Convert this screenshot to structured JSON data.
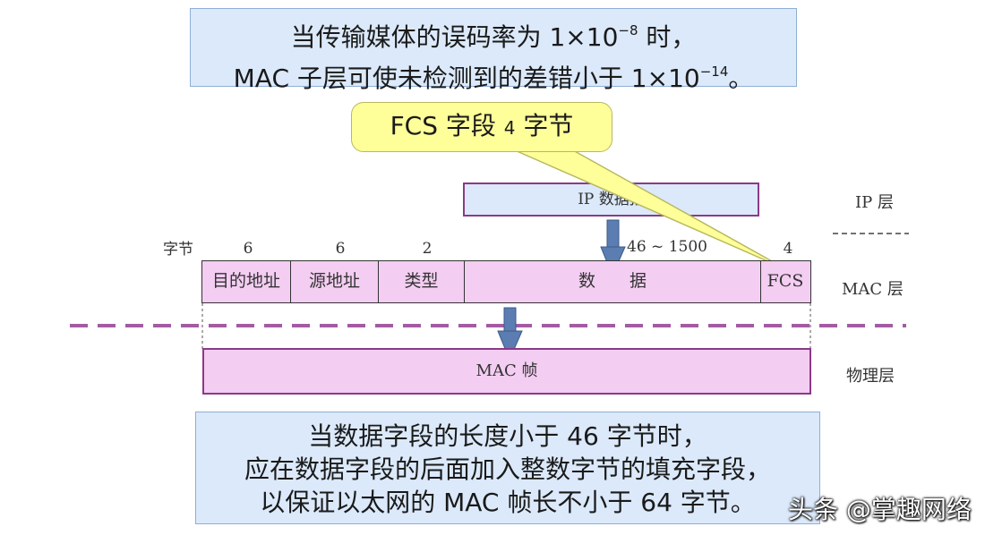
{
  "top_note": {
    "line1_pre": "当传输媒体的误码率为 1×10",
    "line1_exp": "−8",
    "line1_post": " 时，",
    "line2_pre": "MAC 子层可使未检测到的差错小于 1×10",
    "line2_exp": "−14",
    "line2_post": "。"
  },
  "callout": {
    "pre": "FCS 字段 ",
    "num": "4",
    "post": " 字节"
  },
  "ip_packet": {
    "label": "IP 数据报"
  },
  "bytes_label": "字节",
  "field_sizes": [
    "6",
    "6",
    "2",
    "46 ~ 1500",
    "4"
  ],
  "fields": [
    "目的地址",
    "源地址",
    "类型",
    "数　　据",
    "FCS"
  ],
  "layers": {
    "ip": "IP 层",
    "mac": "MAC 层",
    "physical": "物理层"
  },
  "mac_frame": {
    "label": "MAC 帧"
  },
  "bottom_note": {
    "line1": "当数据字段的长度小于 46 字节时，",
    "line2": "应在数据字段的后面加入整数字节的填充字段，",
    "line3": "以保证以太网的 MAC 帧长不小于 64 字节。"
  },
  "watermark": "头条 @掌趣网络",
  "colors": {
    "note_bg": "#dbe9fa",
    "frame_fill": "#f4cdf2",
    "frame_border": "#8b3a86",
    "callout_bg": "#ffff99",
    "arrow": "#5b7db1"
  }
}
